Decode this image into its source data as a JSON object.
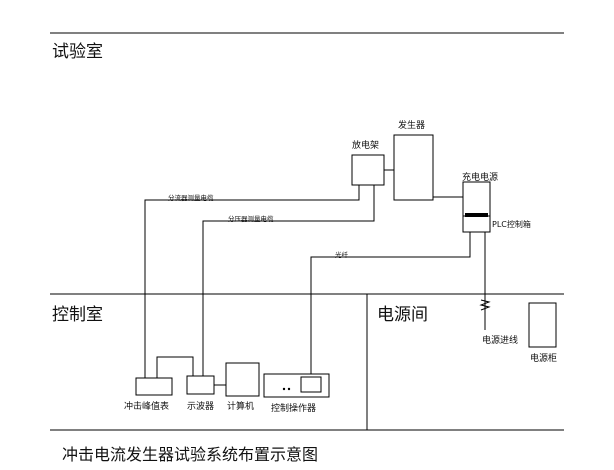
{
  "rooms": {
    "lab": "试验室",
    "control": "控制室",
    "power": "电源间"
  },
  "equipment": {
    "discharge_frame": "放电架",
    "generator": "发生器",
    "charging_supply": "充电电源",
    "plc_box": "PLC控制箱",
    "peak_meter": "冲击峰值表",
    "oscilloscope": "示波器",
    "computer": "计算机",
    "control_operator": "控制操作器",
    "power_inlet": "电源进线",
    "power_cabinet": "电源柜"
  },
  "cables": {
    "shunt_measure": "分流器测量电缆",
    "divider_measure": "分压器测量电缆",
    "fiber": "光纤"
  },
  "caption": "冲击电流发生器试验系统布置示意图"
}
